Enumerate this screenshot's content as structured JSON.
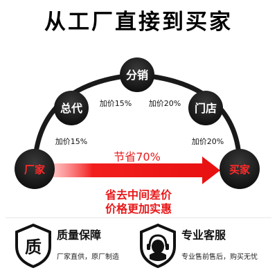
{
  "headline": "从工厂直接到买家",
  "chain": {
    "nodes": {
      "factory": "厂家",
      "agent": "总代",
      "distributor": "分销",
      "store": "门店",
      "buyer": "买家"
    },
    "markups": {
      "factory_to_agent": "加价15%",
      "agent_to_distributor": "加价15%",
      "distributor_to_store": "加价20%",
      "store_to_buyer": "加价20%"
    }
  },
  "direct": {
    "saving": "节省70%",
    "line1": "省去中间差价",
    "line2": "价格更加实惠"
  },
  "guarantees": [
    {
      "title": "质量保障",
      "subtitle": "厂家直供，原厂制造",
      "icon_char": "质",
      "icon": "shield-icon"
    },
    {
      "title": "专业客服",
      "subtitle": "专业售前售后，购买无忧",
      "icon": "customer-service-headset-icon"
    }
  ],
  "colors": {
    "accent": "#e8191a",
    "dark": "#161616"
  }
}
